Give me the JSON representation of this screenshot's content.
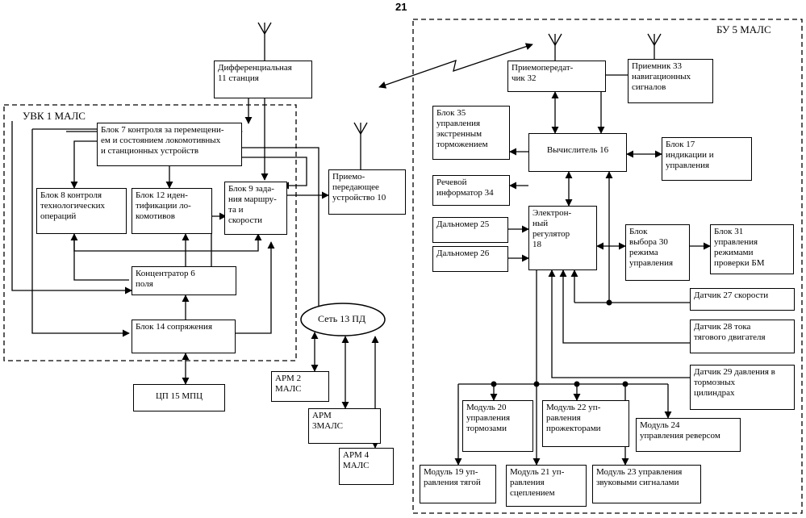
{
  "page_number": "21",
  "groups": {
    "uvk": "УВК 1 МАЛС",
    "bu": "БУ 5 МАЛС"
  },
  "blocks": {
    "diff_station": "Дифференциальная\n11 станция",
    "b7": "Блок 7 контроля  за перемещени-\nем и состоянием локомотивных\nи станционных устройств",
    "b8": "Блок 8 контроля\nтехнологических\nопераций",
    "b12": "Блок 12 иден-\nтификации ло-\nкомотивов",
    "b9": "Блок 9  зада-\nния  маршру-\nта          и\nскорости",
    "b10": "Приемо-\nпередающее\nустройство 10",
    "b6": "Концентратор 6\nполя",
    "b14": "Блок 14 сопряжения",
    "cp15": "ЦП 15  МПЦ",
    "net13": "Сеть 13 ПД",
    "arm2": "АРМ 2\nМАЛС",
    "arm3": "АРМ\n3МАЛС",
    "arm4": "АРМ 4\nМАЛС",
    "b32": "Приемопередат-\nчик 32",
    "b33": "Приемник         33\nнавигационных\nсигналов",
    "b35": "Блок 35\nуправления\nэкстренным\nторможением",
    "b16": "Вычислитель 16",
    "b17": "Блок 17\nиндикации и\nуправления",
    "b34": "Речевой\nинформатор 34",
    "b25": "Дальномер 25",
    "b26": "Дальномер 26",
    "b18": "Электрон-\nный\nрегулятор\n18",
    "b30": "Блок\nвыбора         30\nрежима\nуправления",
    "b31": "Блок            31\nуправления\nрежимами\nпроверки  БМ",
    "b27": "Датчик 27  скорости",
    "b28": "Датчик 28  тока\nтягового двигателя",
    "b29": "Датчик 29 давления в\nтормозных\nцилиндрах",
    "m20": "Модуль 20\nуправления\nтормозами",
    "m22": "Модуль 22 уп-\nравления\nпрожекторами",
    "m24": "Модуль 24\nуправления реверсом",
    "m19": "Модуль 19 уп-\nравления тягой",
    "m21": "Модуль 21 уп-\nравления\nсцеплением",
    "m23": "Модуль 23 управления\nзвуковыми сигналами"
  }
}
